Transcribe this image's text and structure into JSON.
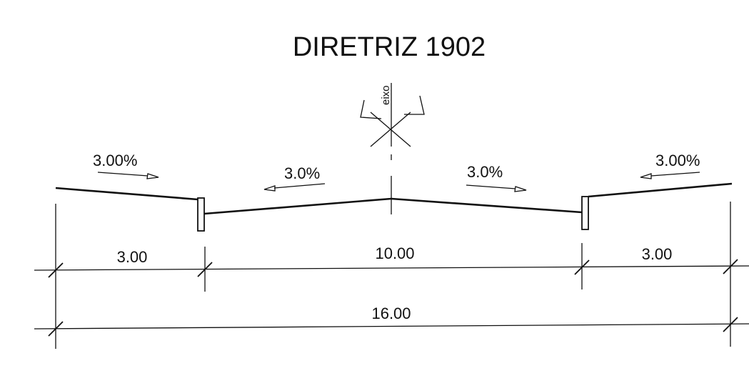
{
  "title": "DIRETRIZ 1902",
  "axis_label": "eixo",
  "slopes": {
    "left_shoulder": "3.00%",
    "left_lane": "3.0%",
    "right_lane": "3.0%",
    "right_shoulder": "3.00%"
  },
  "dimensions": {
    "left_shoulder": "3.00",
    "carriageway": "10.00",
    "right_shoulder": "3.00",
    "total": "16.00"
  }
}
